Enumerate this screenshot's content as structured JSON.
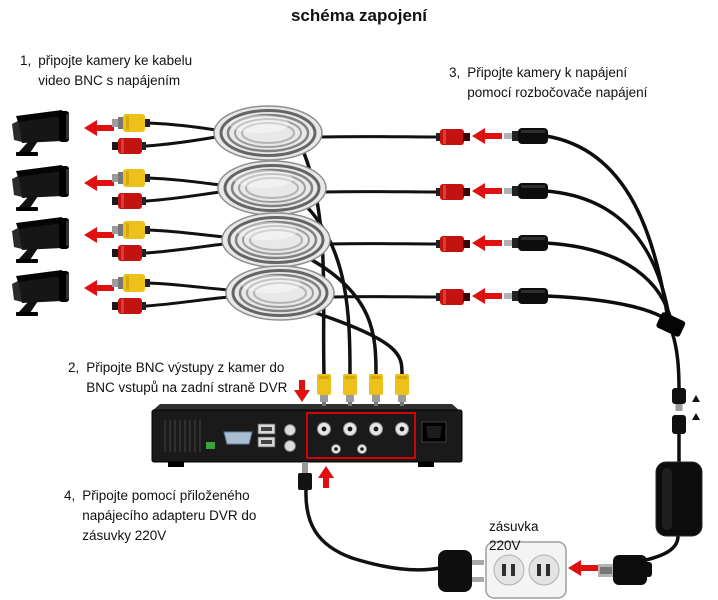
{
  "title": "schéma zapojení",
  "steps": [
    {
      "num": "1,",
      "lines": [
        "připojte kamery ke kabelu",
        "video BNC s napájením"
      ]
    },
    {
      "num": "2,",
      "lines": [
        "Připojte BNC výstupy z kamer do",
        "BNC vstupů na zadní straně DVR"
      ]
    },
    {
      "num": "3,",
      "lines": [
        "Připojte kamery k napájení",
        "pomocí rozbočovače napájení"
      ]
    },
    {
      "num": "4,",
      "lines": [
        "Připojte pomocí přiloženého",
        "napájecího adapteru DVR do",
        "zásuvky 220V"
      ]
    }
  ],
  "socket_label": {
    "line1": "zásuvka",
    "line2": "220V"
  },
  "colors": {
    "arrow_red": "#e01010",
    "bnc_yellow": "#eec11a",
    "power_connector_red": "#c31311",
    "dvr_highlight_box": "#f00000",
    "background": "#ffffff"
  }
}
